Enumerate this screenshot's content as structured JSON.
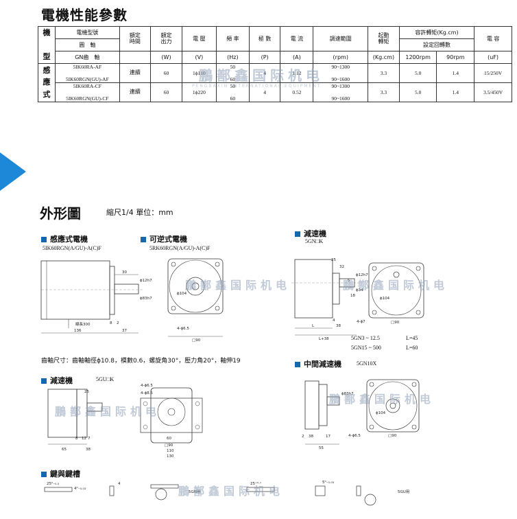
{
  "title": "電機性能參數",
  "table": {
    "h_model_type": [
      "機",
      "型"
    ],
    "h_motor_model": "電機型號",
    "h_round_shaft": "圓　軸",
    "h_gn_shaft": "GN齒　軸",
    "h_rated_time": [
      "額定",
      "時間"
    ],
    "h_rated_output": [
      "額定",
      "出力",
      "(W)"
    ],
    "h_voltage": [
      "電  壓",
      "(V)"
    ],
    "h_frequency": [
      "頻  率",
      "(Hz)"
    ],
    "h_poles": [
      "極  數",
      "(P)"
    ],
    "h_current": [
      "電  流",
      "(A)"
    ],
    "h_speed_range": [
      "調速範圍",
      "(rpm)"
    ],
    "h_start_torque": [
      "起動",
      "轉矩",
      "(Kg.cm)"
    ],
    "h_allow_torque": "容許轉矩(Kg.cm)",
    "h_set_speed": "設定回轉數",
    "h_1200": "1200rpm",
    "h_90": "90rpm",
    "h_capacitor": [
      "電  容",
      "(uF)"
    ],
    "type_label": [
      "感",
      "應",
      "式"
    ],
    "rows": [
      {
        "model_a": "5IK60RA-AF",
        "model_b": "5IK60RGN(GU)-AF",
        "time": "連續",
        "output": "60",
        "voltage": "1ϕ110",
        "freq": [
          "50",
          "60"
        ],
        "poles": "4",
        "current": "1.12",
        "speed": [
          "90~1300",
          "90~1600"
        ],
        "torque": "3.3",
        "t1200": "5.0",
        "t90": "1.4",
        "cap": "15/250V"
      },
      {
        "model_a": "5IK60RA-CF",
        "model_b": "5IK60RGN(GU)-CF",
        "time": "連續",
        "output": "60",
        "voltage": "1ϕ220",
        "freq": [
          "50",
          "60"
        ],
        "poles": "4",
        "current": "0.52",
        "speed": [
          "90~1300",
          "90~1600"
        ],
        "torque": "3.3",
        "t1200": "5.0",
        "t90": "1.4",
        "cap": "3.5/450V"
      }
    ]
  },
  "watermark": {
    "main": "鵬鄯鑫国际机电",
    "sub": "PENGBAXIN  INTERNATIONAL  EQUIPMENT"
  },
  "outline": {
    "title": "外形圖",
    "scale": "縮尺1/4  單位：mm",
    "induction": {
      "label": "感應式電機",
      "model": "5IK60RGN(A/GU)-A(C)F",
      "dims": {
        "d30": "30",
        "d136": "136",
        "d37": "37",
        "d8": "8",
        "d2": "2",
        "phi12": "ϕ12h7",
        "phi83": "ϕ83h7",
        "lead": "線長300"
      }
    },
    "reversible": {
      "label": "可逆式電機",
      "model": "5RK60RGN(A/GU)-A(C)F",
      "dims": {
        "holes": "4-ϕ6.5",
        "sq": "□90",
        "pcd": "ϕ104"
      }
    },
    "reducer_k": {
      "label": "減速機",
      "model": "5GN□K",
      "dims": {
        "d25": "25",
        "d32": "32",
        "d5": "5",
        "d4": "4",
        "d38": "38",
        "L": "L",
        "L38": "L+38",
        "phi12": "ϕ12h7",
        "phi34": "ϕ34",
        "d18": "18",
        "holes": "4-ϕ7",
        "sq": "□90",
        "pcd": "ϕ104"
      },
      "specs": [
        {
          "range": "5GN3 ~ 12.5",
          "L": "L=45"
        },
        {
          "range": "5GN15 ~ 500",
          "L": "L=60"
        }
      ]
    },
    "gear_note": "齒軸尺寸：齒軸軸徑ϕ10.8，模數0.6，螺旋角30°，壓力角20°，軸伸19",
    "reducer_gu": {
      "label": "減速機",
      "model": "5GU□K",
      "dims": {
        "d25": "25",
        "d8": "8",
        "d12": "12",
        "d7": "7",
        "d65": "65",
        "d38": "38",
        "d60": "60",
        "d90": "□90",
        "d110": "110",
        "d130": "130",
        "h1": "4-ϕ6.5",
        "h2": "4-ϕ8.5"
      }
    },
    "mid_reducer": {
      "label": "中間減速機",
      "model": "5GN10X",
      "dims": {
        "d2": "2",
        "d38": "38",
        "d17": "17",
        "d55": "55",
        "phi83": "ϕ83h7",
        "holes": "4-ϕ6.5",
        "sq": "□90",
        "pcd": "ϕ104"
      }
    },
    "key": {
      "label": "鍵與鍵槽",
      "gn_label": "5GN用",
      "gu_label": "5GU用",
      "d25a": "25⁰₋₀.₅",
      "d25b": "25⁺⁰·¹",
      "d4a": "4⁰₋₀.₀₃",
      "d4b": "4",
      "d5": "5⁰₋₀.₀₃"
    }
  }
}
